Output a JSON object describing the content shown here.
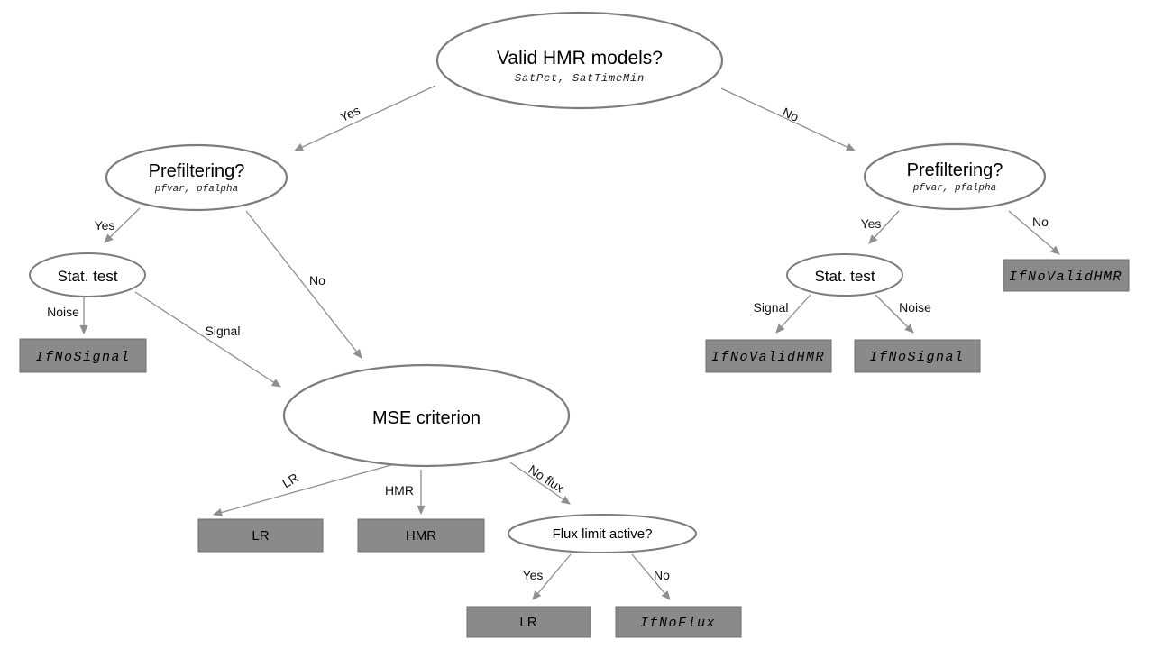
{
  "diagram": {
    "type": "decision-tree-flowchart",
    "nodes": {
      "valid_hmr": {
        "title": "Valid HMR models?",
        "params": "SatPct, SatTimeMin"
      },
      "prefilter_left": {
        "title": "Prefiltering?",
        "params": "pfvar, pfalpha"
      },
      "prefilter_right": {
        "title": "Prefiltering?",
        "params": "pfvar, pfalpha"
      },
      "stat_test_left": {
        "title": "Stat. test"
      },
      "stat_test_right": {
        "title": "Stat. test"
      },
      "mse": {
        "title": "MSE criterion"
      },
      "flux_limit": {
        "title": "Flux limit active?"
      }
    },
    "outcomes": {
      "if_no_signal_left": "IfNoSignal",
      "lr_mse": "LR",
      "hmr_mse": "HMR",
      "lr_flux": "LR",
      "if_no_flux": "IfNoFlux",
      "if_no_valid_hmr_no": "IfNoValidHMR",
      "if_no_valid_hmr_signal": "IfNoValidHMR",
      "if_no_signal_right": "IfNoSignal"
    },
    "edges": {
      "valid_yes": "Yes",
      "valid_no": "No",
      "pf_left_yes": "Yes",
      "pf_left_no": "No",
      "stat_left_noise": "Noise",
      "stat_left_signal": "Signal",
      "mse_lr": "LR",
      "mse_hmr": "HMR",
      "mse_no_flux": "No flux",
      "flux_yes": "Yes",
      "flux_no": "No",
      "pf_right_yes": "Yes",
      "pf_right_no": "No",
      "stat_right_signal": "Signal",
      "stat_right_noise": "Noise"
    },
    "colors": {
      "background": "#ffffff",
      "node_stroke": "#7c7c7c",
      "arrow": "#8f8f8f",
      "box_fill": "#8a8a8a",
      "box_stroke": "#6f6f6f",
      "text": "#000000"
    }
  }
}
